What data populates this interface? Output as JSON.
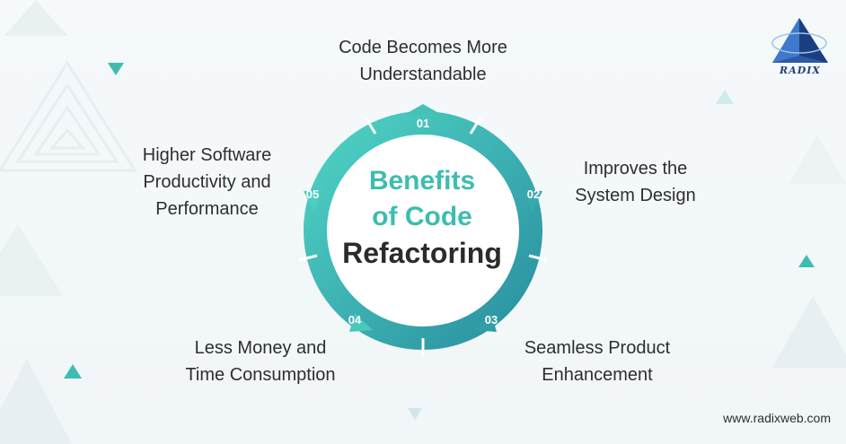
{
  "center": {
    "line1": "Benefits",
    "line2": "of Code",
    "line3": "Refactoring"
  },
  "benefits": [
    {
      "num": "01",
      "lines": [
        "Code Becomes More",
        "Understandable"
      ]
    },
    {
      "num": "02",
      "lines": [
        "Improves the",
        "System Design"
      ]
    },
    {
      "num": "03",
      "lines": [
        "Seamless Product",
        "Enhancement"
      ]
    },
    {
      "num": "04",
      "lines": [
        "Less Money and",
        "Time Consumption"
      ]
    },
    {
      "num": "05",
      "lines": [
        "Higher Software",
        "Productivity and",
        "Performance"
      ]
    }
  ],
  "logo": {
    "text": "RADIX",
    "icon": "pyramid-logo-icon"
  },
  "footer": {
    "website": "www.radixweb.com"
  },
  "colors": {
    "ring_start": "#4fd3c4",
    "ring_end": "#2a8fa0",
    "title_teal": "#3dbdb1",
    "title_dark": "#2b2b2b",
    "accent_triangle": "#3dbdb1",
    "logo_blue": "#1f3f7a"
  }
}
